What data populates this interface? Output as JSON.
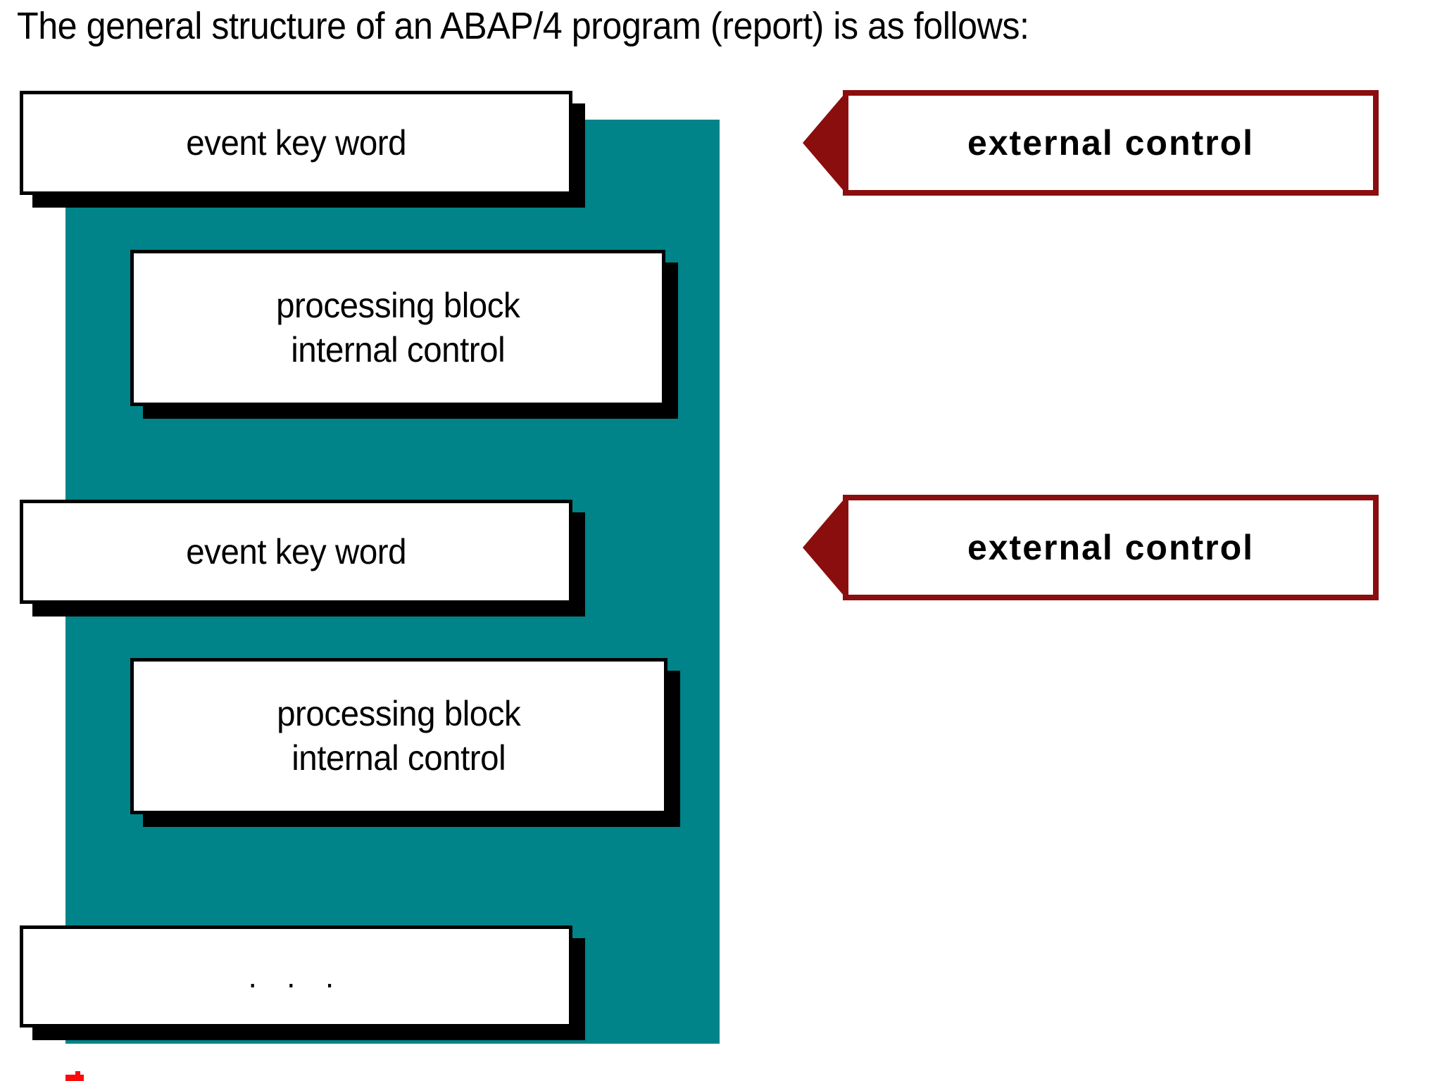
{
  "page": {
    "title": "The general structure of an ABAP/4 program (report) is as follows:",
    "background_color": "#ffffff"
  },
  "diagram": {
    "panel": {
      "name": "program-body-panel",
      "color": "#008489"
    },
    "blocks": [
      {
        "id": "event-key-word-1",
        "label": "event key word",
        "kind": "event-block",
        "fill": "#ffffff",
        "border": "#000000"
      },
      {
        "id": "processing-block-1",
        "label": "processing block\ninternal control",
        "kind": "processing-block",
        "fill": "#ffffff",
        "border": "#000000"
      },
      {
        "id": "event-key-word-2",
        "label": "event key word",
        "kind": "event-block",
        "fill": "#ffffff",
        "border": "#000000"
      },
      {
        "id": "processing-block-2",
        "label": "processing block\ninternal control",
        "kind": "processing-block",
        "fill": "#ffffff",
        "border": "#000000"
      },
      {
        "id": "ellipsis-block",
        "label": ". . .",
        "kind": "continuation-block",
        "fill": "#ffffff",
        "border": "#000000"
      }
    ],
    "callouts": [
      {
        "id": "external-control-1",
        "label": "external control",
        "shape": "left-pointing-arrow",
        "border": "#8B0E0E",
        "fill": "#ffffff"
      },
      {
        "id": "external-control-2",
        "label": "external control",
        "shape": "left-pointing-arrow",
        "border": "#8B0E0E",
        "fill": "#ffffff"
      }
    ],
    "marker": {
      "id": "red-marker",
      "color": "#FA0A0A"
    }
  }
}
